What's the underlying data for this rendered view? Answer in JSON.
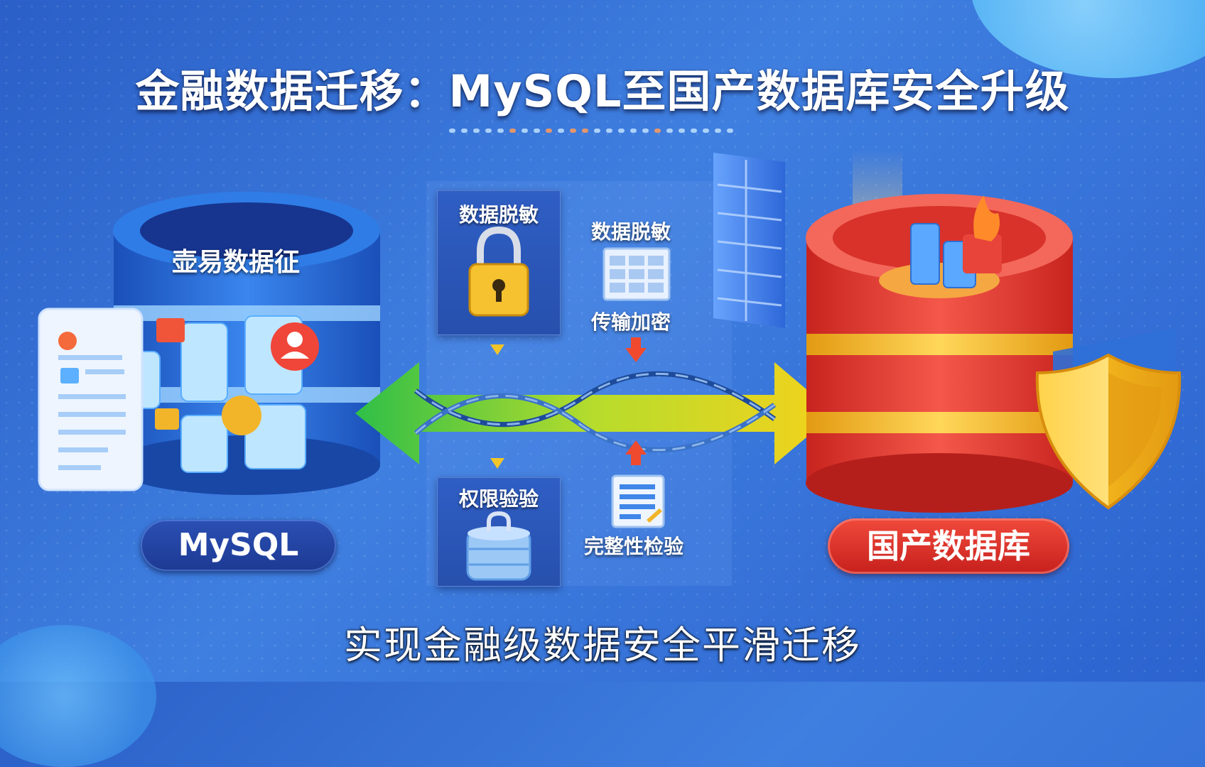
{
  "title": "金融数据迁移：MySQL至国产数据库安全升级",
  "source_db": {
    "inner_label": "壶易数据征",
    "pill_label": "MySQL"
  },
  "target_db": {
    "pill_label": "国产数据库"
  },
  "security_steps": {
    "card_top": "数据脱敏",
    "floating_top": "数据脱敏",
    "floating_mid": "传输加密",
    "card_bottom": "权限验验",
    "floating_bottom": "完整性检验"
  },
  "subtitle": "实现金融级数据安全平滑迁移",
  "colors": {
    "background": "#3a72d8",
    "source_db": "#1f5fd0",
    "target_db": "#e8443a",
    "arrow_left": "#35c24a",
    "arrow_right": "#f2d21a",
    "shield": "#f0b820"
  }
}
